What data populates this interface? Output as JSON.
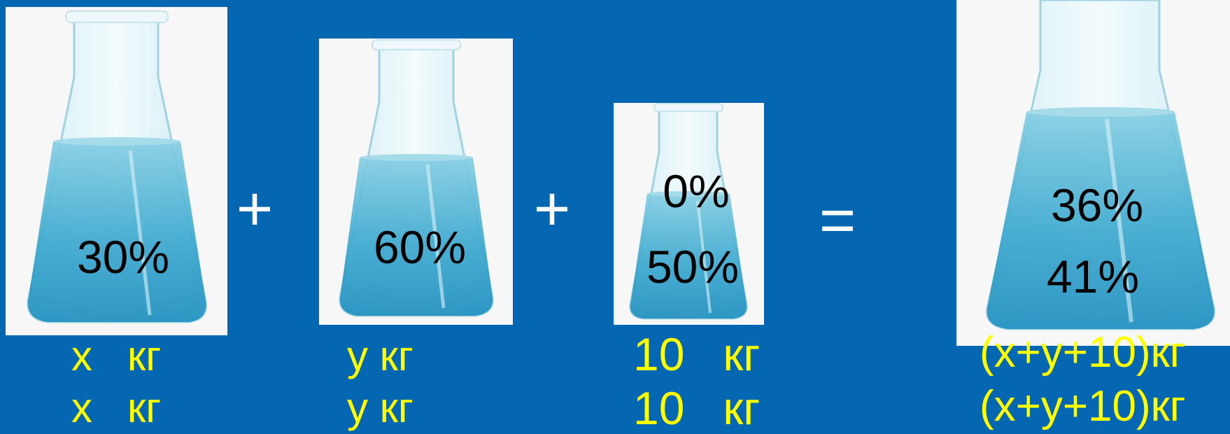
{
  "flasks": [
    {
      "percents": [
        "30%"
      ],
      "labels": [
        "x   кг",
        "x   кг"
      ]
    },
    {
      "percents": [
        "60%"
      ],
      "labels": [
        "y кг",
        "y кг"
      ]
    },
    {
      "percents": [
        "0%",
        "50%"
      ],
      "labels": [
        "10   кг",
        "10   кг"
      ]
    },
    {
      "percents": [
        "36%",
        "41%"
      ],
      "labels": [
        "(x+y+10)кг",
        "(x+y+10)кг"
      ]
    }
  ],
  "operators": {
    "plus1": "+",
    "plus2": "+",
    "equals": "="
  },
  "colors": {
    "background": "#0567b1",
    "label": "#ffff00",
    "liquid": "#4fb3d3",
    "card": "#f7f7f7"
  }
}
